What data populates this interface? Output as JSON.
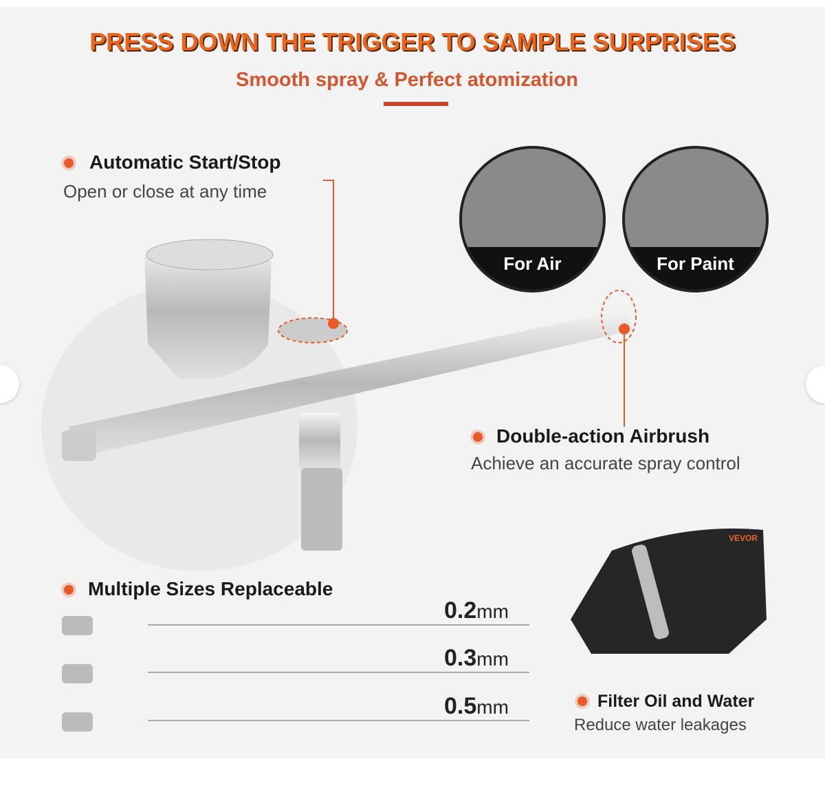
{
  "header": {
    "title": "PRESS DOWN THE TRIGGER TO SAMPLE SURPRISES",
    "subtitle": "Smooth spray & Perfect atomization"
  },
  "callouts": {
    "auto": {
      "title": "Automatic Start/Stop",
      "desc": "Open or close at any time"
    },
    "double": {
      "title": "Double-action Airbrush",
      "desc": "Achieve an accurate spray control"
    },
    "sizes": {
      "title": "Multiple Sizes Replaceable"
    },
    "filter": {
      "title": "Filter Oil and Water",
      "desc": "Reduce water leakages"
    }
  },
  "insets": {
    "air": "For Air",
    "paint": "For Paint"
  },
  "nozzles": [
    {
      "value": "0.2",
      "unit": "mm"
    },
    {
      "value": "0.3",
      "unit": "mm"
    },
    {
      "value": "0.5",
      "unit": "mm"
    }
  ],
  "brand_logo": "VEVOR",
  "colors": {
    "accent": "#e85a2a",
    "title": "#e9661f"
  }
}
